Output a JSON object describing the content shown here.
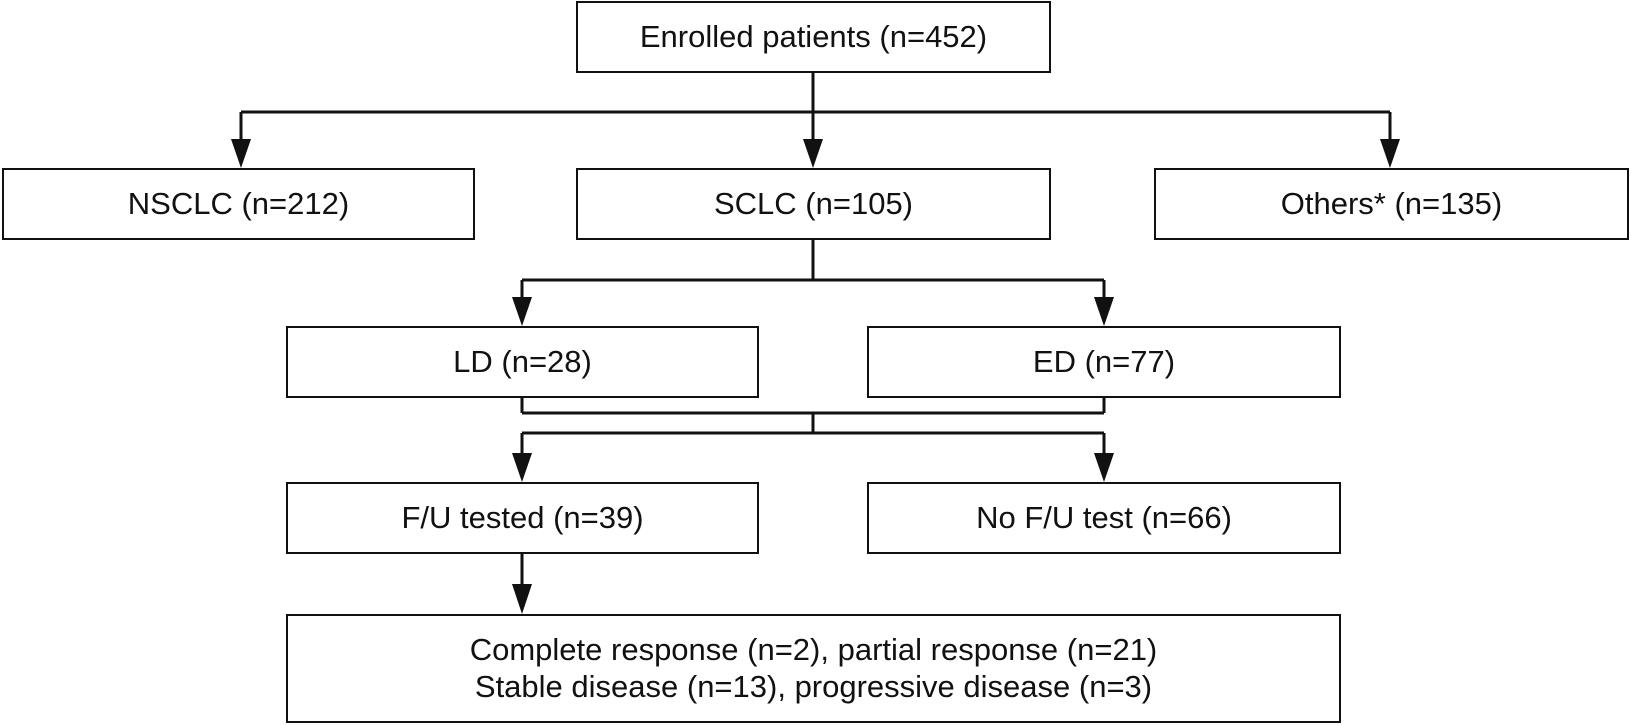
{
  "flowchart": {
    "enrolled": "Enrolled patients (n=452)",
    "nsclc": "NSCLC (n=212)",
    "sclc": "SCLC (n=105)",
    "others": "Others* (n=135)",
    "ld": "LD (n=28)",
    "ed": "ED (n=77)",
    "fu_tested": "F/U tested (n=39)",
    "no_fu_test": "No F/U test (n=66)",
    "response_line1": "Complete response (n=2), partial response (n=21)",
    "response_line2": "Stable disease (n=13), progressive disease (n=3)"
  },
  "colors": {
    "line": "#111111",
    "box_border": "#111111",
    "background": "#ffffff"
  }
}
